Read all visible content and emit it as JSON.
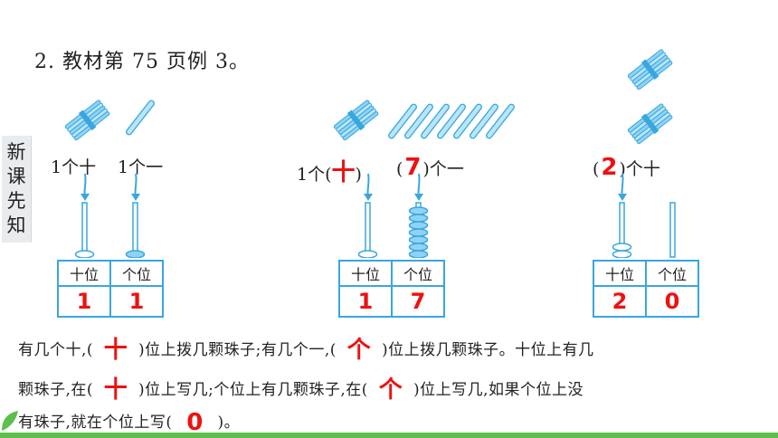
{
  "title": "2. 教材第 75 页例 3。",
  "side_tag": [
    "新",
    "课",
    "先",
    "知"
  ],
  "panel1": {
    "label_tens": "1个十",
    "label_ones": "1个一",
    "table": {
      "header_tens": "十位",
      "header_ones": "个位",
      "tens": "1",
      "ones": "1"
    }
  },
  "panel2": {
    "label_prefix": "1个(",
    "answer_unit": "十",
    "label_mid": ")",
    "label_open": "(",
    "answer_count": "7",
    "label_suffix": ")个一",
    "table": {
      "header_tens": "十位",
      "header_ones": "个位",
      "tens": "1",
      "ones": "7"
    }
  },
  "panel3": {
    "label_open": "(",
    "answer_count": "2",
    "label_suffix": ")个十",
    "table": {
      "header_tens": "十位",
      "header_ones": "个位",
      "tens": "2",
      "ones": "0"
    }
  },
  "paragraph": {
    "l1_a": "有几个十,(",
    "l1_ans1": "十",
    "l1_b": ")位上拨几颗珠子;有几个一,(",
    "l1_ans2": "个",
    "l1_c": ")位上拨几颗珠子。十位上有几",
    "l2_a": "颗珠子,在(",
    "l2_ans1": "十",
    "l2_b": ")位上写几;个位上有几颗珠子,在(",
    "l2_ans2": "个",
    "l2_c": ")位上写几,如果个位上没",
    "l3_a": "有珠子,就在个位上写(",
    "l3_ans": "0",
    "l3_b": ")。"
  },
  "colors": {
    "accent_blue": "#3aa6dd",
    "stick_blue": "#8fd3f4",
    "answer_red": "#ee1111",
    "bar_green": "#5cc04a"
  }
}
